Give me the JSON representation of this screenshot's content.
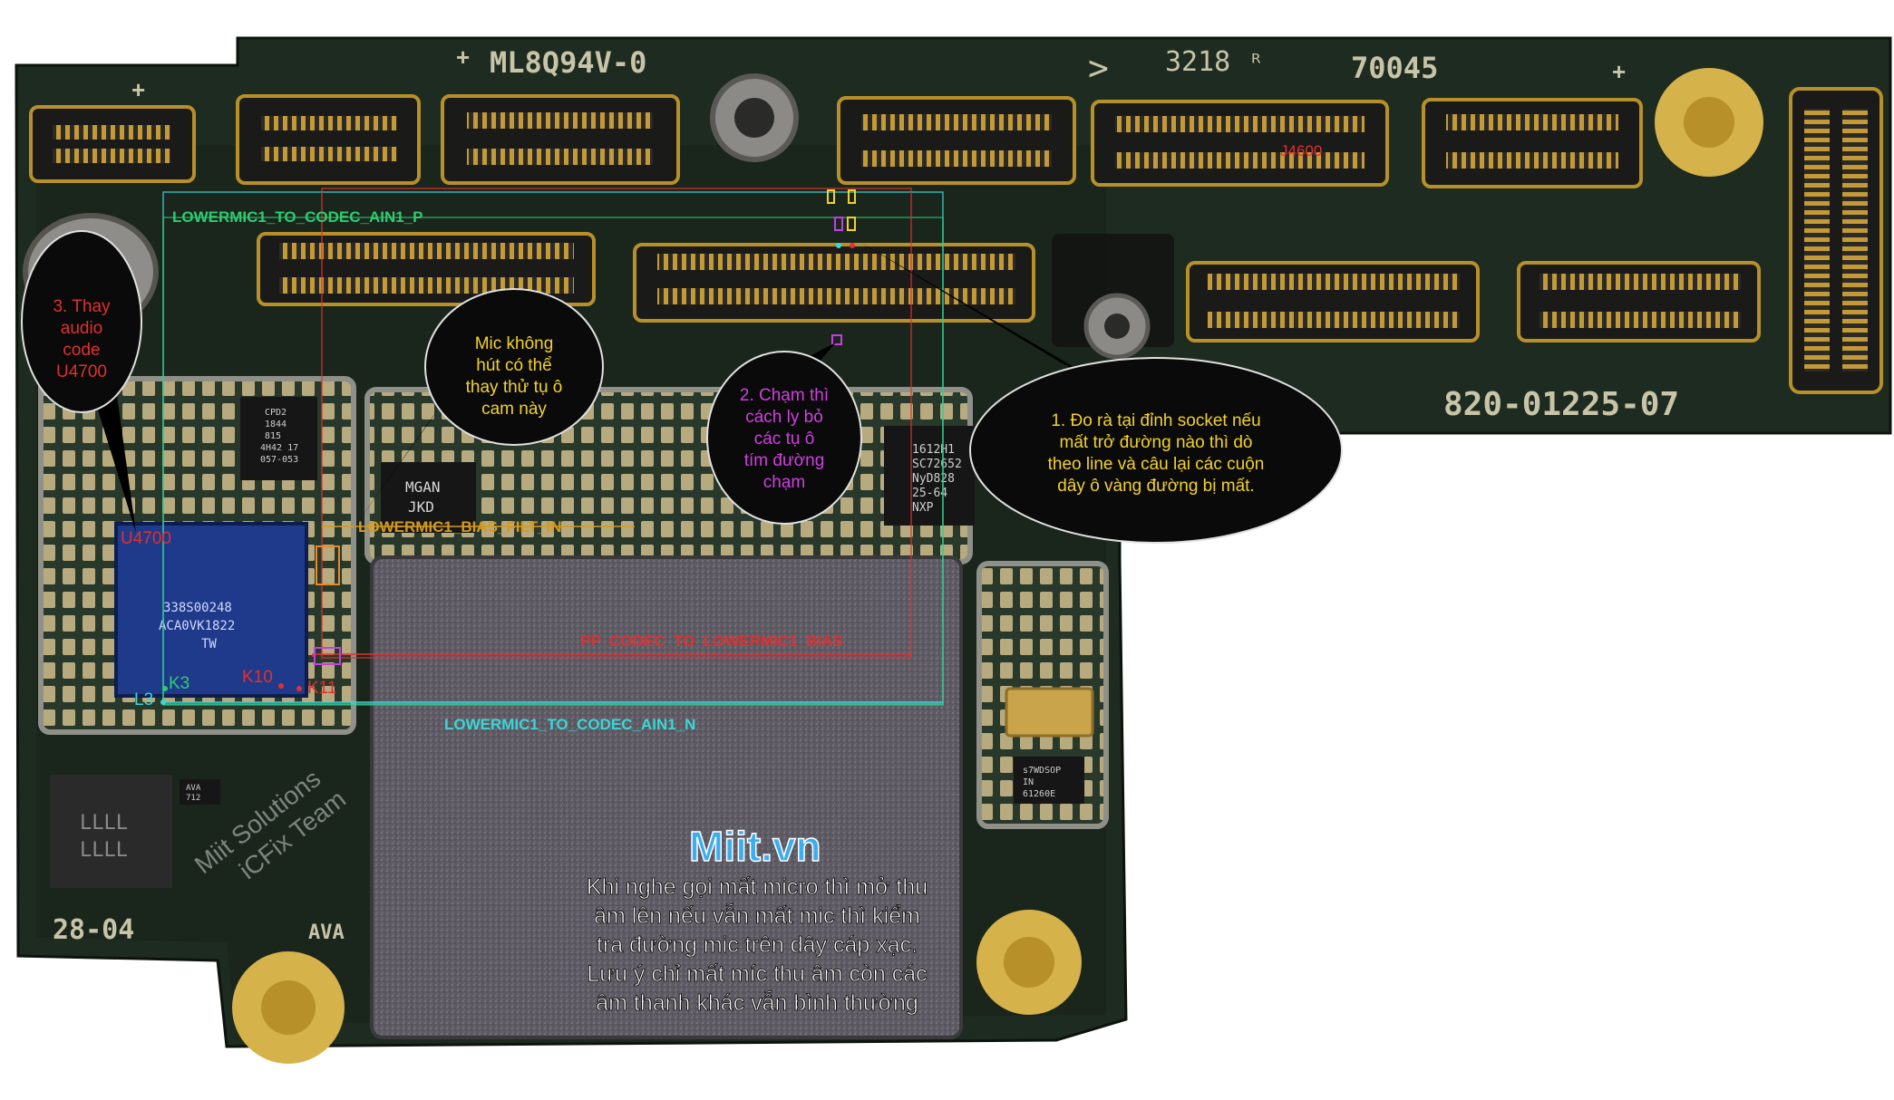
{
  "board": {
    "silkscreen": {
      "model": "ML8Q94V-0",
      "chevron": ">",
      "date_code": "3218",
      "ul_mark": "ᴿ",
      "lot": "70045",
      "part_number": "820-01225-07",
      "bottom_left_code": "28-04",
      "bottom_mark": "AVA",
      "plus_marks": [
        "+",
        "+",
        "+"
      ]
    },
    "chips": {
      "codec_lines": [
        "338S00248",
        "ACA0VK1822",
        "TW"
      ],
      "upper_chip_lines": [
        "CPD2",
        "1844",
        "815",
        "4H42 17",
        "057-053"
      ],
      "mgan_lines": [
        "MGAN",
        "JKD"
      ],
      "nxp_lines": [
        "1612H1",
        "SC72652",
        "NyD828",
        "25-64",
        "NXP"
      ],
      "small_right_lines": [
        "s7WDSOP",
        "IN",
        "61260E"
      ],
      "lower_left_lines": [
        "LLLL",
        "LLLL"
      ],
      "small_left_lines": [
        "AVA",
        "712"
      ]
    },
    "colors": {
      "pcb": "#1d2a1f",
      "pcb_dark": "#142018",
      "connector_gold": "#b8902a",
      "pad_gold": "#d9b24a",
      "codec_blue": "#1f3a8a",
      "shield": "#6e6a70",
      "highlight_red": "#e03030",
      "highlight_green": "#2ecc71",
      "highlight_cyan": "#3ad7d7"
    }
  },
  "labels": {
    "net_p": "LOWERMIC1_TO_CODEC_AIN1_P",
    "net_n": "LOWERMIC1_TO_CODEC_AIN1_N",
    "net_bias_filt": "LOWERMIC1_BIAS_FILT_IN",
    "net_bias": "PP_CODEC_TO_LOWERMIC1_BIAS",
    "connector_ref": "J4600",
    "codec_ref": "U4700",
    "pin_k10": "K10",
    "pin_k11": "K11",
    "pin_k3": "K3",
    "pin_l3": "L3"
  },
  "callouts": {
    "step3": [
      "3. Thay",
      "audio",
      "code",
      "U4700"
    ],
    "mic_cap": [
      "Mic không",
      "hút có thể",
      "thay thử tụ ô",
      "cam này"
    ],
    "step2": [
      "2. Chạm thì",
      "cách ly bỏ",
      "các tụ ô",
      "tím đường",
      "chạm"
    ],
    "step1": [
      "1. Đo rà tại đỉnh socket nếu",
      "mất trở đường nào thì dò",
      "theo line và câu lại các cuộn",
      "dây ô vàng đường bị mất."
    ]
  },
  "watermark": {
    "brand": "Miit.vn",
    "team_lines": [
      "Miit Solutions",
      "iCFix Team"
    ],
    "description": [
      "Khi nghe gọi mất micro thì mở thu",
      "âm lên nếu vẫn mất mic thì kiểm",
      "tra đường mic trên dây cáp xạc.",
      "Lưu ý chỉ mất míc thu âm còn các",
      "âm thanh khác vẫn bình thường"
    ]
  }
}
